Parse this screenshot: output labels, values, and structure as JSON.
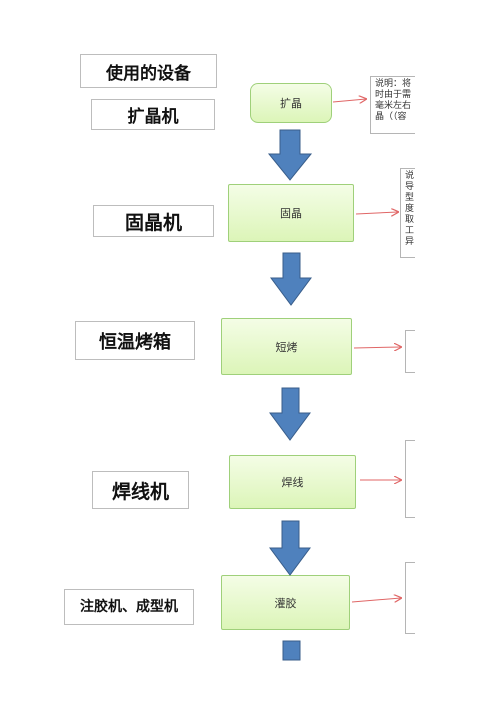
{
  "equipment_header": "使用的设备",
  "equipment": [
    "扩晶机",
    "固晶机",
    "恒温烤箱",
    "焊线机",
    "注胶机、成型机"
  ],
  "steps": [
    "扩晶",
    "固晶",
    "短烤",
    "焊线",
    "灌胶"
  ],
  "notes": [
    "说明：将\n时由于需\n毫米左右\n晶（（容",
    "说\n导\n型\n度\n取\n工\n异",
    "\n\n",
    "",
    "\n\n\n"
  ],
  "colors": {
    "step_fill": "#dcf5b8",
    "step_border": "#9fd07a",
    "arrow_fill": "#4f81bd",
    "arrow_stroke": "#385d8a",
    "pointer": "#e06666"
  }
}
